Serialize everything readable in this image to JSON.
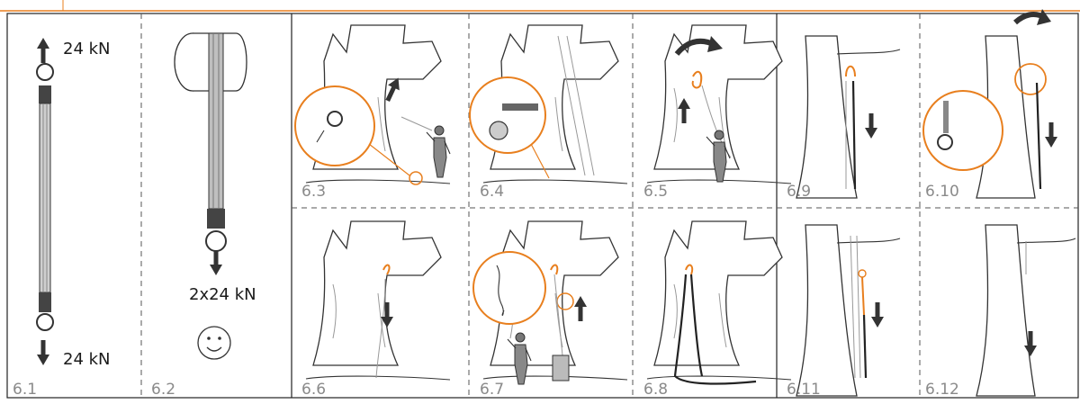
{
  "colors": {
    "accent": "#e87f1e",
    "frame": "#222222",
    "dashed_divider": "#555555"
  },
  "panels": [
    {
      "id": "6.1",
      "label": "6.1"
    },
    {
      "id": "6.2",
      "label": "6.2"
    },
    {
      "id": "6.3",
      "label": "6.3"
    },
    {
      "id": "6.4",
      "label": "6.4"
    },
    {
      "id": "6.5",
      "label": "6.5"
    },
    {
      "id": "6.6",
      "label": "6.6"
    },
    {
      "id": "6.7",
      "label": "6.7"
    },
    {
      "id": "6.8",
      "label": "6.8"
    },
    {
      "id": "6.9",
      "label": "6.9"
    },
    {
      "id": "6.10",
      "label": "6.10"
    },
    {
      "id": "6.11",
      "label": "6.11"
    },
    {
      "id": "6.12",
      "label": "6.12"
    }
  ],
  "forces": {
    "sling_top": "24 kN",
    "sling_bottom": "24 kN",
    "basket": "2x24 kN"
  },
  "icons": {
    "smiley": "smiley-face-icon",
    "arrow": "arrow-icon",
    "curved_arrow": "curved-arrow-icon",
    "tree": "tree-icon",
    "climber": "climber-figure-icon",
    "magnifier": "detail-magnifier-icon"
  }
}
